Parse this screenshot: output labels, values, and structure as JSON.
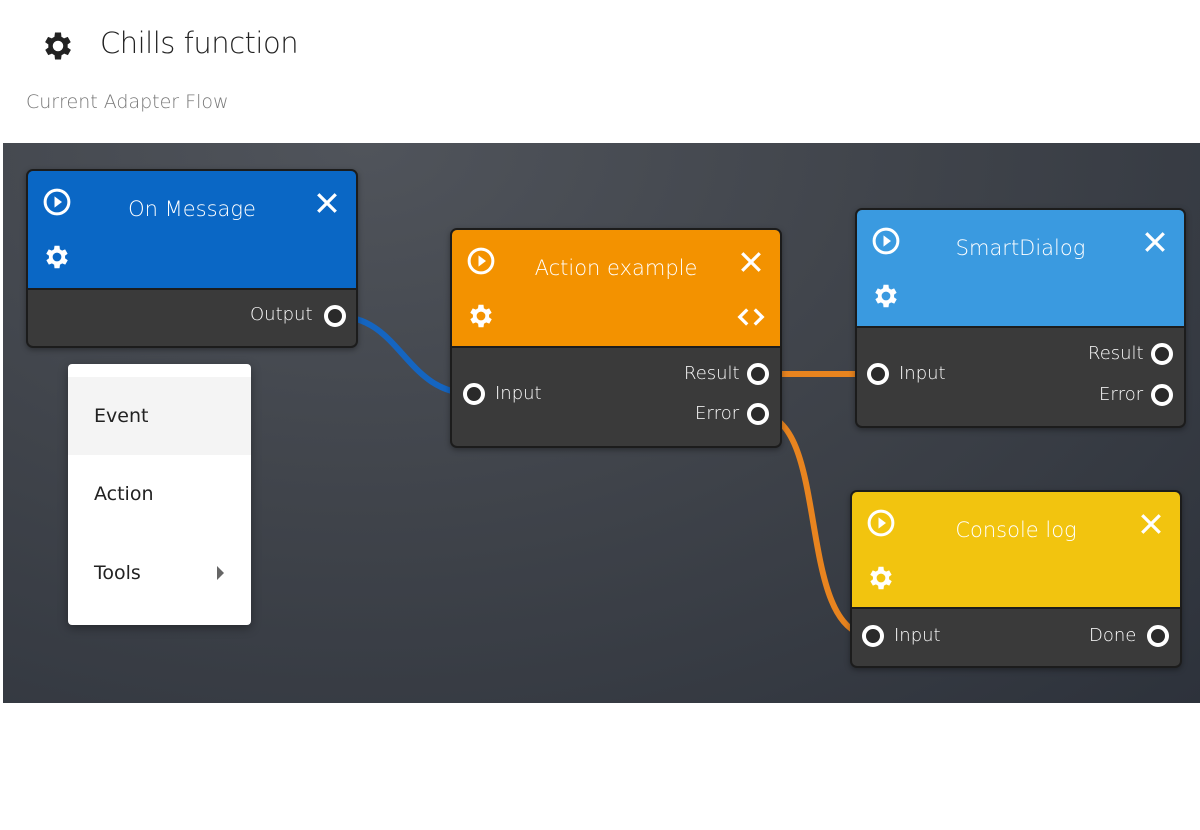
{
  "header": {
    "title": "Chills function",
    "subtitle": "Current Adapter Flow",
    "icon": "gear-icon"
  },
  "colors": {
    "on_message": "#0a67c5",
    "action": "#f39200",
    "smartdialog": "#3a9ae0",
    "console": "#f2c40f",
    "blue_wire": "#1565c0",
    "orange_wire": "#e8841f"
  },
  "nodes": {
    "on_message": {
      "title": "On Message",
      "outputs": [
        "Output"
      ]
    },
    "action": {
      "title": "Action example",
      "inputs": [
        "Input"
      ],
      "outputs": [
        "Result",
        "Error"
      ]
    },
    "smartdialog": {
      "title": "SmartDialog",
      "inputs": [
        "Input"
      ],
      "outputs": [
        "Result",
        "Error"
      ]
    },
    "console": {
      "title": "Console log",
      "inputs": [
        "Input"
      ],
      "outputs": [
        "Done"
      ]
    }
  },
  "menu": {
    "items": [
      {
        "label": "Event",
        "highlighted": true
      },
      {
        "label": "Action"
      },
      {
        "label": "Tools",
        "submenu": true
      }
    ]
  }
}
